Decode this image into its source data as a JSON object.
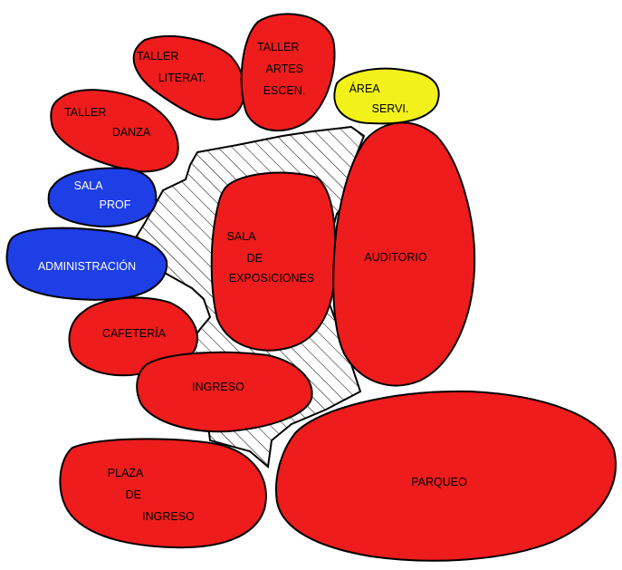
{
  "colors": {
    "red": "#ee1c1c",
    "blue": "#1e3ee6",
    "yellow": "#f2f21a",
    "hatch": "#000000"
  },
  "zones": {
    "taller_literat": {
      "lines": [
        "TALLER",
        "LITERAT."
      ],
      "color": "red"
    },
    "taller_artes": {
      "lines": [
        "TALLER",
        "ARTES",
        "ESCEN."
      ],
      "color": "red"
    },
    "area_servi": {
      "lines": [
        "ÁREA",
        "SERVI."
      ],
      "color": "yellow"
    },
    "taller_danza": {
      "lines": [
        "TALLER",
        "DANZA"
      ],
      "color": "red"
    },
    "sala_prof": {
      "lines": [
        "SALA",
        "PROF"
      ],
      "color": "blue"
    },
    "administracion": {
      "lines": [
        "ADMINISTRACIÓN"
      ],
      "color": "blue"
    },
    "sala_exposiciones": {
      "lines": [
        "SALA",
        "DE",
        "EXPOSICIONES"
      ],
      "color": "red"
    },
    "auditorio": {
      "lines": [
        "AUDITORIO"
      ],
      "color": "red"
    },
    "cafeteria": {
      "lines": [
        "CAFETERÍA"
      ],
      "color": "red"
    },
    "ingreso": {
      "lines": [
        "INGRESO"
      ],
      "color": "red"
    },
    "plaza_ingreso": {
      "lines": [
        "PLAZA",
        "DE",
        "INGRESO"
      ],
      "color": "red"
    },
    "parqueo": {
      "lines": [
        "PARQUEO"
      ],
      "color": "red"
    }
  }
}
